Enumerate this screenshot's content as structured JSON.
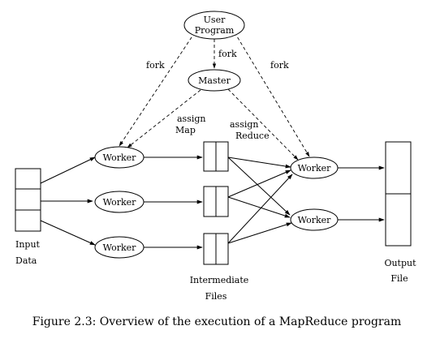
{
  "nodes": {
    "user_program": [
      "User",
      "Program"
    ],
    "master": "Master",
    "worker": "Worker"
  },
  "labels": {
    "fork": "fork",
    "assign_map": [
      "assign",
      "Map"
    ],
    "assign_reduce": [
      "assign",
      "Reduce"
    ],
    "input_data": [
      "Input",
      "Data"
    ],
    "intermediate_files": [
      "Intermediate",
      "Files"
    ],
    "output_file": [
      "Output",
      "File"
    ]
  },
  "caption": "Figure 2.3: Overview of the execution of a MapReduce program"
}
